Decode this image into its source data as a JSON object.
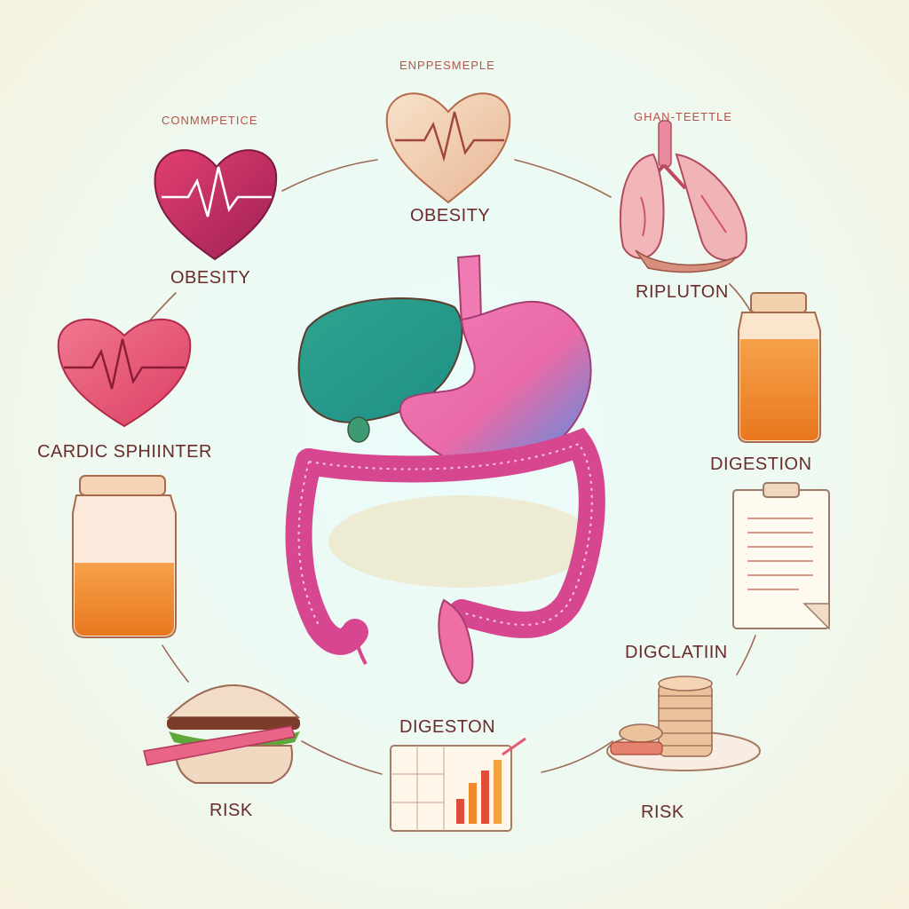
{
  "labels": {
    "top_header": "ENPPESMEPLE",
    "top_left_header": "CONMMPETICE",
    "top_right_header": "GHAN-TEETTLE",
    "obesity_top": "OBESITY",
    "obesity_left": "OBESITY",
    "cardic": "CARDIC SPHIINTER",
    "ripluton": "RIPLUTON",
    "digestion_right": "DIGESTION",
    "digclatiin": "DIGCLATIIN",
    "digeston": "DIGESTON",
    "risk_left": "RISK",
    "risk_right": "RISK"
  },
  "colors": {
    "heart_magenta": "#c7356a",
    "heart_pink": "#ec5c7a",
    "heart_peach": "#f2cfb2",
    "liver": "#2aa791",
    "stomach_pink": "#f06aa8",
    "stomach_blue": "#5b9be6",
    "intestine": "#d6478f",
    "jar_fill": "#f08a2c",
    "ink": "#8a3a2a"
  },
  "icons": [
    "heart-ecg-icon",
    "lungs-icon",
    "jar-icon",
    "clipboard-icon",
    "burger-icon",
    "chart-icon",
    "coin-stack-icon",
    "digestive-system-illustration"
  ]
}
